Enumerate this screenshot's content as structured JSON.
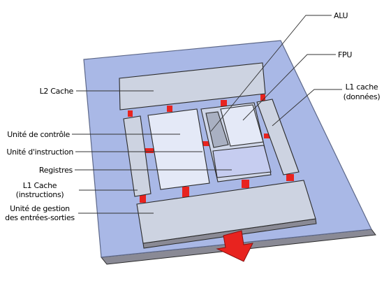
{
  "labels": {
    "alu": "ALU",
    "fpu": "FPU",
    "l2_cache": "L2 Cache",
    "l1_data_line1": "L1 cache",
    "l1_data_line2": "(données)",
    "control_unit": "Unité de contrôle",
    "instruction_unit": "Unité d'instruction",
    "registers": "Registres",
    "l1_instr_line1": "L1 Cache",
    "l1_instr_line2": "(instructions)",
    "io_line1": "Unité de gestion",
    "io_line2": "des entrées-sorties"
  },
  "colors": {
    "substrate": "#a9b8e6",
    "substrate_edge": "#8792b8",
    "block_gray": "#cdd3e1",
    "block_light": "#e4e9f7",
    "block_frame": "#cfd6e8",
    "alu_fill": "#a9b0c2",
    "registers_fill": "#c6cdf0",
    "bus": "#e8231f"
  }
}
